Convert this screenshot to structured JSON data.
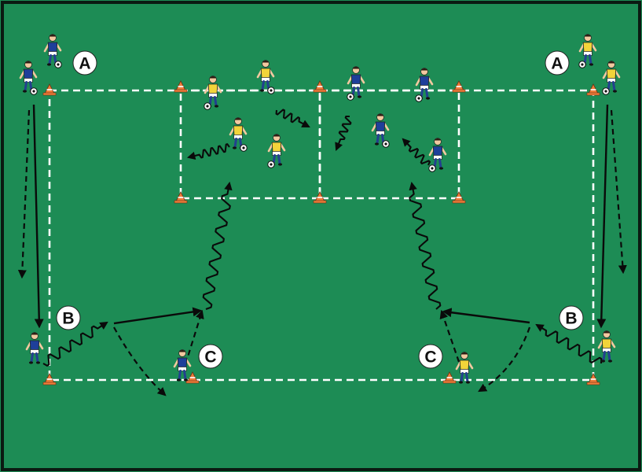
{
  "diagram": {
    "colors": {
      "pitch": "#1d8c55",
      "border": "#0b1a12",
      "lines": "#ffffff",
      "arrows": "#0a0a0a",
      "cone": "#ef7d3a",
      "team_blue": "#1e3f9a",
      "team_yellow": "#f2d43a",
      "skin": "#f2c9a0"
    },
    "labels": {
      "a_left": "A",
      "a_right": "A",
      "b_left": "B",
      "b_right": "B",
      "c_left": "C",
      "c_right": "C"
    },
    "icons": [
      "cone-icon",
      "ball-icon",
      "player-icon",
      "dribble-arrow-icon",
      "pass-arrow-icon",
      "run-arrow-icon"
    ]
  }
}
